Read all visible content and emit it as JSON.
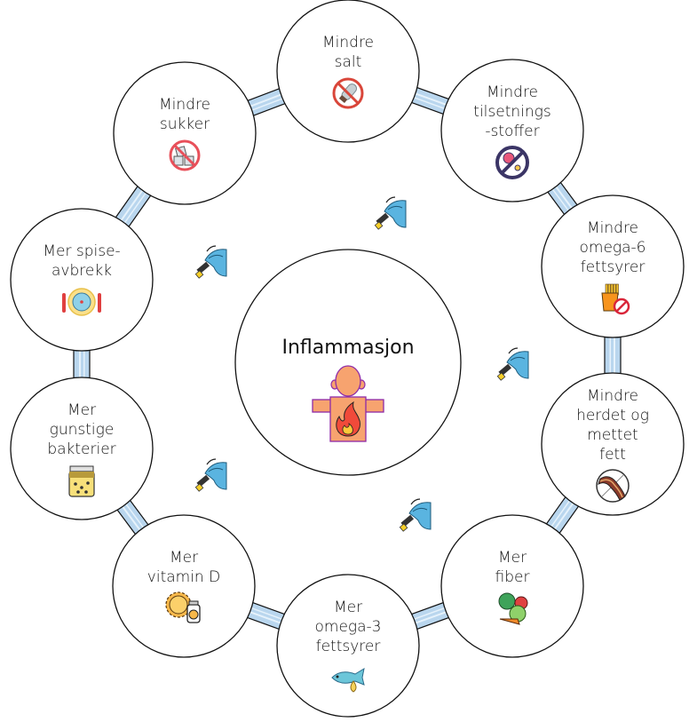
{
  "center": {
    "title": "Inflammasjon",
    "icon": "inflamed-body-icon"
  },
  "nodes": [
    {
      "id": "salt",
      "lines": [
        "Mindre",
        "salt"
      ],
      "icon": "no-salt-icon"
    },
    {
      "id": "additives",
      "lines": [
        "Mindre",
        "tilsetnings",
        "-stoffer"
      ],
      "icon": "no-additives-icon"
    },
    {
      "id": "omega6",
      "lines": [
        "Mindre",
        "omega-6",
        "fettsyrer"
      ],
      "icon": "no-fries-icon"
    },
    {
      "id": "saturated-fat",
      "lines": [
        "Mindre",
        "herdet og",
        "mettet",
        "fett"
      ],
      "icon": "no-bacon-icon"
    },
    {
      "id": "fiber",
      "lines": [
        "Mer",
        "fiber"
      ],
      "icon": "vegetables-icon"
    },
    {
      "id": "omega3",
      "lines": [
        "Mer",
        "omega-3",
        "fettsyrer"
      ],
      "icon": "fish-oil-icon"
    },
    {
      "id": "vitamin-d",
      "lines": [
        "Mer",
        "vitamin D"
      ],
      "icon": "sun-vitamin-d-icon"
    },
    {
      "id": "bacteria",
      "lines": [
        "Mer",
        "gunstige",
        "bakterier"
      ],
      "icon": "fermented-jar-icon"
    },
    {
      "id": "meal-breaks",
      "lines": [
        "Mer spise-",
        "avbrekk"
      ],
      "icon": "plate-clock-icon"
    },
    {
      "id": "sugar",
      "lines": [
        "Mindre",
        "sukker"
      ],
      "icon": "no-sugar-icon"
    }
  ],
  "hose_icons": 5,
  "colors": {
    "connector_fill": "#b9d6ee",
    "connector_stripe": "#e6f2fb",
    "stroke": "#111111",
    "hose_blue": "#5ab4e0",
    "flame_red": "#f04a3a",
    "body_orange": "#f7a36f",
    "outline_purple": "#8e2aa8"
  }
}
